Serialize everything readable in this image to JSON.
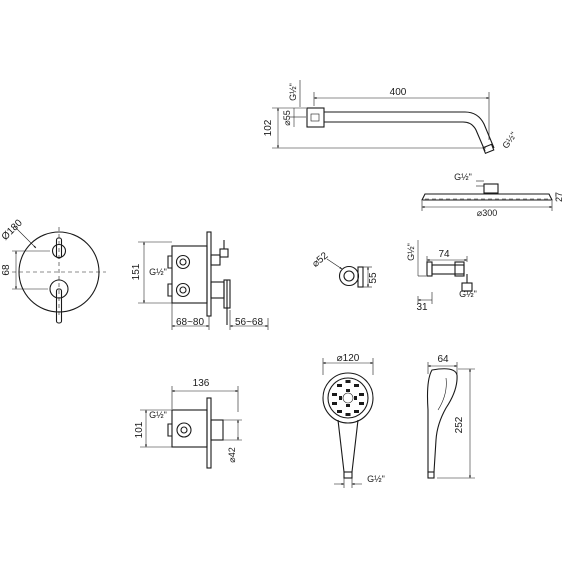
{
  "shower_arm": {
    "length": "400",
    "height": "102",
    "diameter": "⌀55",
    "thread_top": "G½\"",
    "thread_end": "G½\""
  },
  "head": {
    "thread": "G½\"",
    "height": "27",
    "diameter": "⌀300"
  },
  "plate": {
    "diameter": "Ø180",
    "spacing": "68"
  },
  "mixer_side": {
    "height": "151",
    "thread": "G½\"",
    "depth1": "68~80",
    "depth2": "56~68"
  },
  "elbow": {
    "diameter": "⌀52",
    "depth": "55"
  },
  "outlet": {
    "thread_top": "G½\"",
    "width": "74",
    "offset": "31",
    "thread_bottom": "G½\""
  },
  "body_box": {
    "width": "136",
    "height": "101",
    "thread": "G½\"",
    "diameter": "⌀42"
  },
  "hand_shower": {
    "diameter": "⌀120",
    "thread": "G½\"",
    "depth": "64",
    "length": "252"
  }
}
